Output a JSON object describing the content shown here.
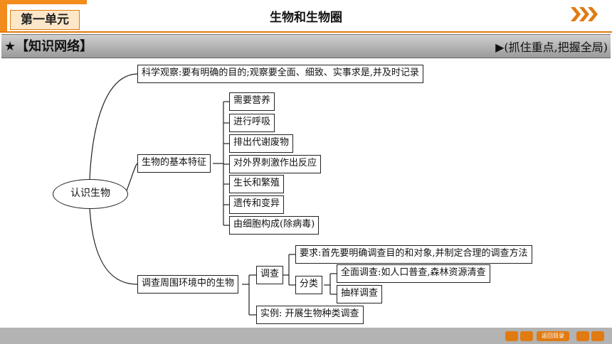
{
  "header": {
    "unit_label": "第一单元",
    "title": "生物和生物圈"
  },
  "banner": {
    "title": "★【知识网络】",
    "tag": "▶(抓住重点,把握全局)"
  },
  "mindmap": {
    "root": "认识生物",
    "observation": "科学观察:要有明确的目的;观察要全面、细致、实事求是,并及时记录",
    "features": {
      "label": "生物的基本特征",
      "items": [
        "需要营养",
        "进行呼吸",
        "排出代谢废物",
        "对外界刺激作出反应",
        "生长和繁殖",
        "遗传和变异",
        "由细胞构成(除病毒)"
      ]
    },
    "survey": {
      "label": "调查周围环境中的生物",
      "method": "调查",
      "requirement": "要求:首先要明确调查目的和对象,并制定合理的调查方法",
      "classify": "分类",
      "full": "全面调查:如人口普查,森林资源清查",
      "sample": "抽样调查",
      "example": "实例: 开展生物种类调查"
    }
  },
  "footer": {
    "back_label": "返回目录"
  },
  "colors": {
    "accent": "#e07b12",
    "banner": "#a8a8a8",
    "footer": "#b3b3b3"
  }
}
